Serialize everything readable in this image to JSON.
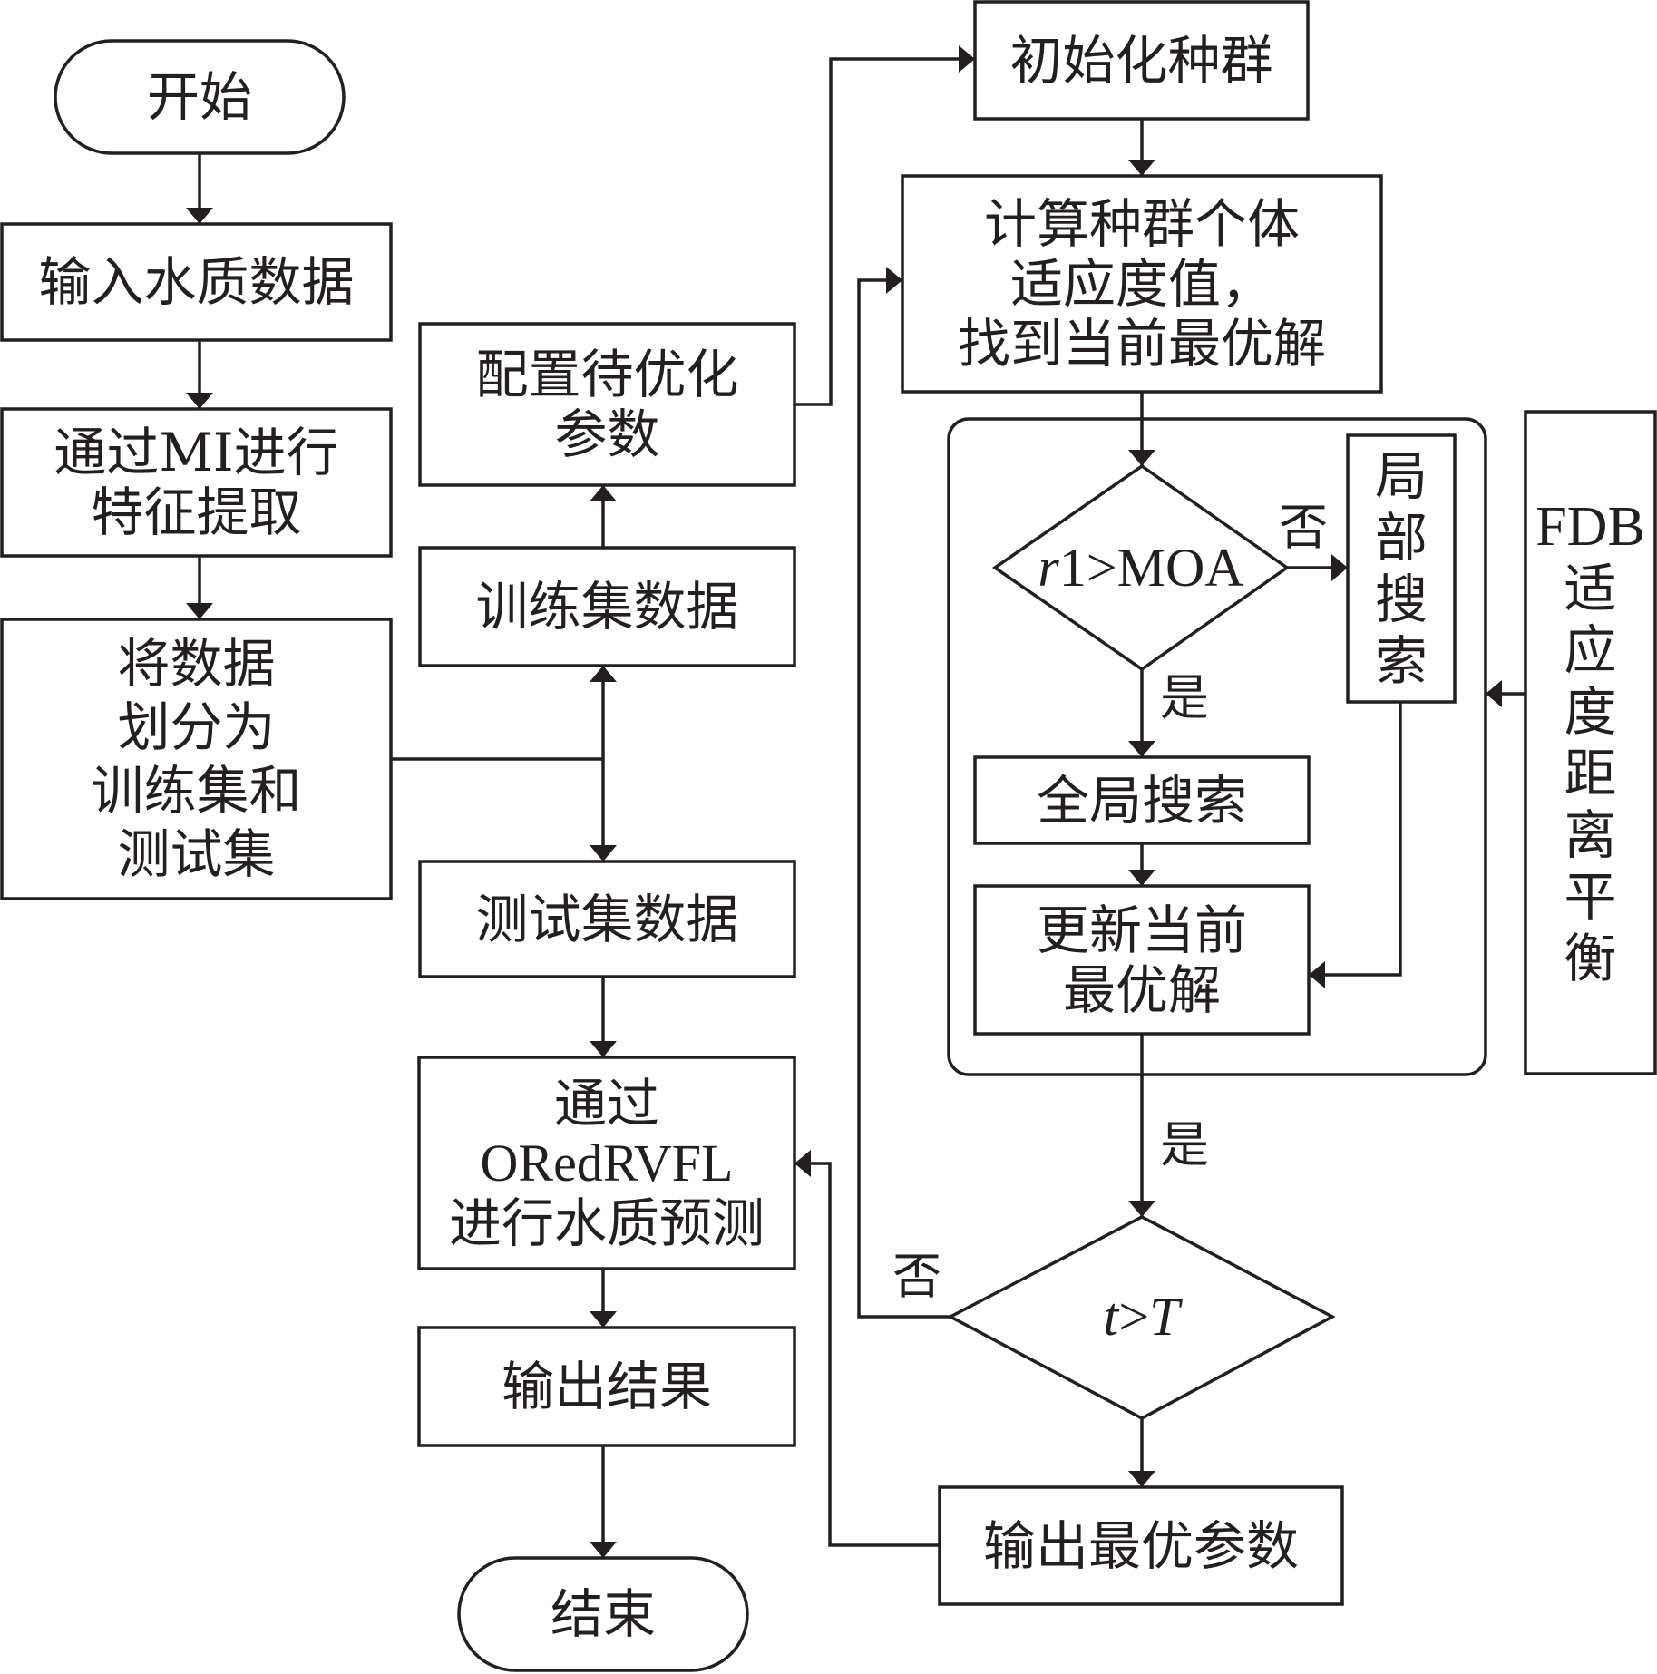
{
  "title": "ORedRVFL water quality prediction flowchart",
  "colors": {
    "stroke": "#231f20",
    "background": "#ffffff"
  },
  "nodes": {
    "start": {
      "lines": [
        "开始"
      ]
    },
    "input": {
      "lines": [
        "输入水质数据"
      ]
    },
    "mi": {
      "lines": [
        "通过MI进行",
        "特征提取"
      ]
    },
    "split": {
      "lines": [
        "将数据",
        "划分为",
        "训练集和",
        "测试集"
      ]
    },
    "config": {
      "lines": [
        "配置待优化",
        "参数"
      ]
    },
    "train": {
      "lines": [
        "训练集数据"
      ]
    },
    "test": {
      "lines": [
        "测试集数据"
      ]
    },
    "predict": {
      "lines": [
        "通过",
        "ORedRVFL",
        "进行水质预测"
      ]
    },
    "output_result": {
      "lines": [
        "输出结果"
      ]
    },
    "end": {
      "lines": [
        "结束"
      ]
    },
    "init": {
      "lines": [
        "初始化种群"
      ]
    },
    "compute": {
      "lines": [
        "计算种群个体",
        "适应度值，",
        "找到当前最优解"
      ]
    },
    "decision_moa": {
      "var": "r",
      "text": "1>MOA"
    },
    "local": {
      "chars": [
        "局",
        "部",
        "搜",
        "索"
      ]
    },
    "global": {
      "lines": [
        "全局搜索"
      ]
    },
    "update": {
      "lines": [
        "更新当前",
        "最优解"
      ]
    },
    "fdb": {
      "head": "FDB",
      "chars": [
        "适",
        "应",
        "度",
        "距",
        "离",
        "平",
        "衡"
      ]
    },
    "decision_t": {
      "left": "t",
      "op": ">",
      "right": "T"
    },
    "output_params": {
      "lines": [
        "输出最优参数"
      ]
    }
  },
  "edge_labels": {
    "moa_no": "否",
    "moa_yes": "是",
    "t_yes": "是",
    "t_no": "否"
  }
}
